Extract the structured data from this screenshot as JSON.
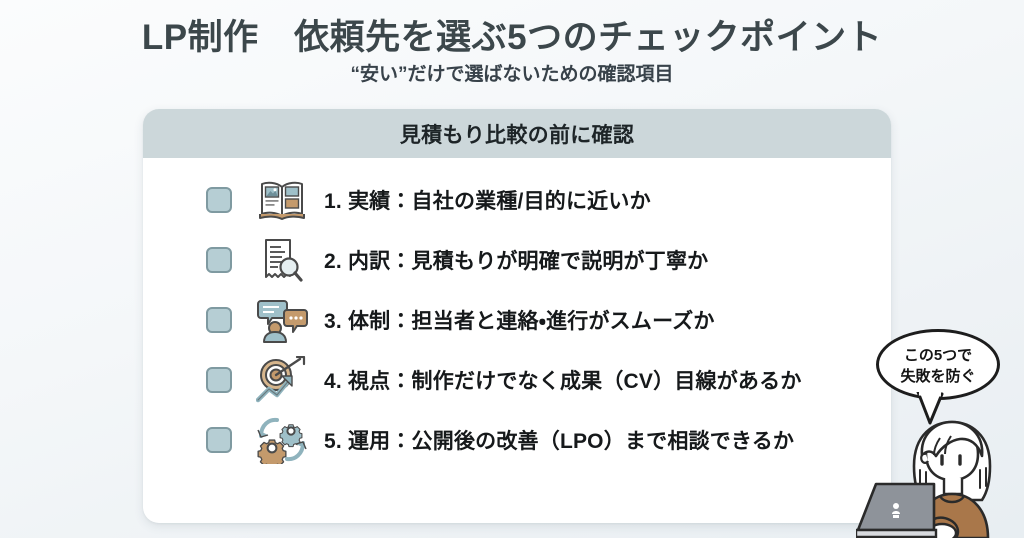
{
  "header": {
    "title": "LP制作　依頼先を選ぶ5つのチェックポイント",
    "subtitle": "“安い”だけで選ばないための確認項目"
  },
  "card": {
    "header_label": "見積もり比較の前に確認",
    "items": [
      {
        "number": "1.",
        "icon": "open-book-portfolio-icon",
        "text": "1. 実績：自社の業種/目的に近いか",
        "checked": false
      },
      {
        "number": "2.",
        "icon": "document-magnifier-icon",
        "text": "2. 内訳：見積もりが明確で説明が丁寧か",
        "checked": false
      },
      {
        "number": "3.",
        "icon": "chat-bubbles-person-icon",
        "text": "3. 体制：担当者と連絡・進行がスムーズか",
        "checked": false
      },
      {
        "number": "4.",
        "icon": "target-arrow-growth-icon",
        "text": "4. 視点：制作だけでなく成果（CV）目線があるか",
        "checked": false
      },
      {
        "number": "5.",
        "icon": "gears-cycle-icon",
        "text": "5. 運用：公開後の改善（LPO）まで相談できるか",
        "checked": false
      }
    ]
  },
  "speech_bubble": {
    "text": "この5つで\n失敗を防ぐ"
  },
  "character": {
    "alt": "laptop-woman-illustration"
  },
  "colors": {
    "background_start": "#fbfcfd",
    "background_end": "#e8eef2",
    "title_text": "#3c474b",
    "card_background": "#ffffff",
    "card_header_band": "#ccd7da",
    "checkbox_fill": "#b6ced4",
    "checkbox_border": "#7f9aa1",
    "item_text": "#16191b",
    "icon_blue": "#8fb3bd",
    "icon_tan": "#c49a6c",
    "icon_outline": "#4a4a4a",
    "character_sweater": "#a9774a"
  }
}
